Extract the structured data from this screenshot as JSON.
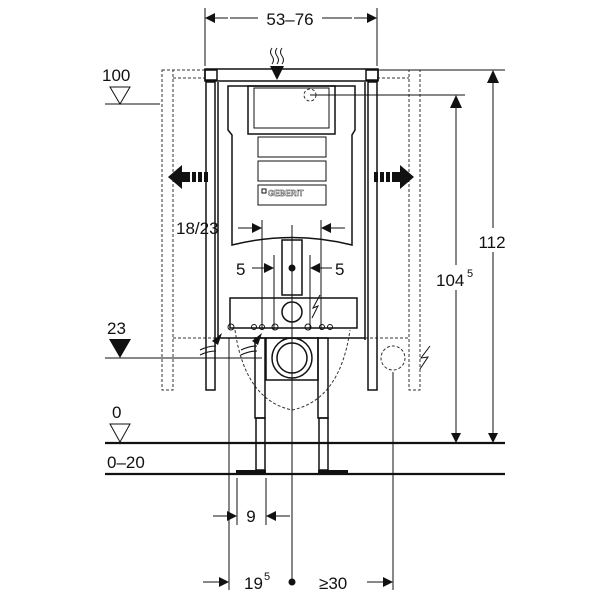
{
  "diagram": {
    "width_range": "53–76",
    "level_top": "100",
    "level_flush": "23",
    "level_floor": "0",
    "floor_range": "0–20",
    "bowl_width": "18/23",
    "offset_left": "5",
    "offset_right": "5",
    "height_total": "112",
    "height_frame": "104",
    "height_frame_sup": "5",
    "leg_offset": "9",
    "axis_offset": "19",
    "axis_offset_sup": "5",
    "clearance": "≥30",
    "brand": "GEBERIT"
  }
}
